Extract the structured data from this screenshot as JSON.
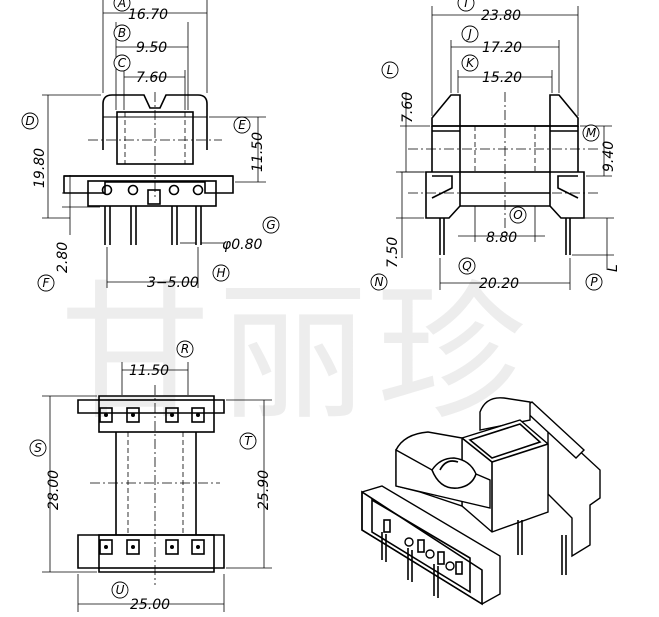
{
  "watermark": "甘丽珍",
  "front_view": {
    "labels": [
      "A",
      "B",
      "C",
      "D",
      "E",
      "F",
      "G",
      "H"
    ],
    "dims": {
      "a": "16.70",
      "b": "9.50",
      "c": "7.60",
      "d": "19.80",
      "e": "11.50",
      "f": "2.80",
      "g": "φ0.80",
      "h": "3−5.00"
    }
  },
  "side_view": {
    "labels": [
      "I",
      "J",
      "K",
      "L",
      "M",
      "N",
      "O",
      "P",
      "Q",
      "L"
    ],
    "dims": {
      "i": "23.80",
      "j": "17.20",
      "k": "15.20",
      "l": "7.60",
      "m": "9.40",
      "n": "7.50",
      "o": "8.80",
      "q": "20.20"
    }
  },
  "bottom_view": {
    "labels": [
      "R",
      "S",
      "T",
      "U"
    ],
    "dims": {
      "r": "11.50",
      "s": "28.00",
      "t": "25.90",
      "u": "25.00"
    }
  }
}
